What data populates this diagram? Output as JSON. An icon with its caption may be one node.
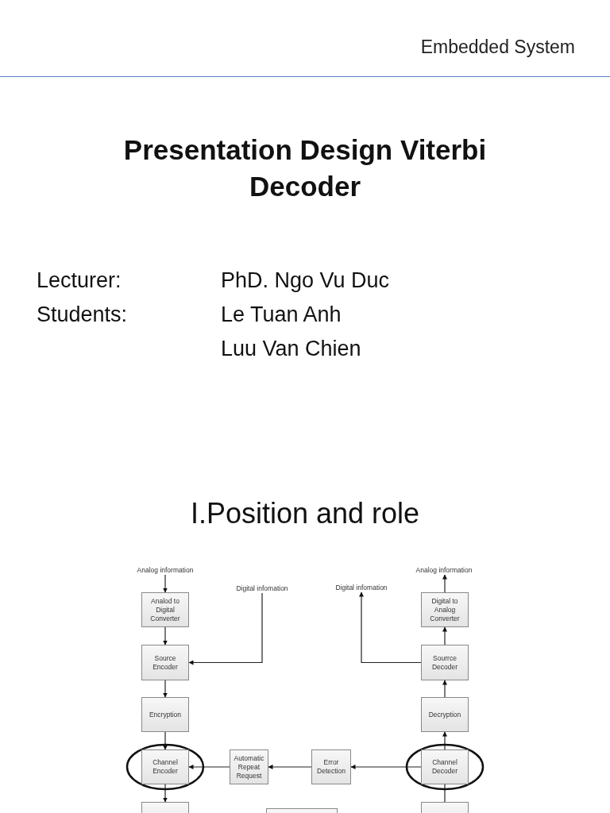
{
  "diagram": {
    "title": "Presentation Design Viterbi Decoder",
    "nodes": [
      {
        "text": [
          "Analog information"
        ]
      },
      {
        "text": [
          "Analod to Digital Converter"
        ]
      },
      {
        "text": [
          "Digital infomation"
        ]
      },
      {
        "text": [
          "Source Encoder"
        ]
      },
      {
        "text": [
          "Encryption"
        ]
      },
      {
        "text": [
          "Channel Encoder"
        ]
      },
      {
        "text": [
          "Automatic Repeat Request"
        ]
      },
      {
        "text": [
          "Error Detection"
        ]
      },
      {
        "text": [
          "Channel Decoder"
        ]
      },
      {
        "text": [
          "Decryption"
        ]
      },
      {
        "text": [
          "Sourrce Decoder"
        ]
      },
      {
        "text": [
          "Digital to Analog Converter"
        ]
      },
      {
        "text": [
          "Analog information"
        ]
      },
      {
        "text": [
          "Digital infomation"
        ]
      },
      {
        "text": [],
        "shape": "box"
      },
      {
        "text": [],
        "shape": "box"
      },
      {
        "text": [],
        "shape": "box"
      }
    ],
    "edges": [
      {
        "from": 0,
        "to": 1,
        "arrow": "to"
      },
      {
        "from": 1,
        "to": 3,
        "arrow": "to"
      },
      {
        "from": 2,
        "to": 3,
        "arrow": "to"
      },
      {
        "from": 3,
        "to": 4,
        "arrow": "to"
      },
      {
        "from": 4,
        "to": 5,
        "arrow": "to"
      },
      {
        "from": 5,
        "to": 14,
        "arrow": "to"
      },
      {
        "from": 6,
        "to": 5,
        "arrow": "to"
      },
      {
        "from": 7,
        "to": 6,
        "arrow": "to"
      },
      {
        "from": 8,
        "to": 7,
        "arrow": "to"
      },
      {
        "from": 16,
        "to": 8,
        "arrow": "none"
      },
      {
        "from": 8,
        "to": 9,
        "arrow": "to"
      },
      {
        "from": 9,
        "to": 10,
        "arrow": "to"
      },
      {
        "from": 10,
        "to": 11,
        "arrow": "to"
      },
      {
        "from": 11,
        "to": 12,
        "arrow": "to"
      },
      {
        "from": 10,
        "to": 13,
        "arrow": "to"
      }
    ],
    "labels": [
      "Embedded System",
      "Lecturer:",
      "PhD. Ngo Vu Duc",
      "Students:",
      "Le Tuan Anh",
      "Luu Van Chien",
      "I.Position and role"
    ]
  }
}
